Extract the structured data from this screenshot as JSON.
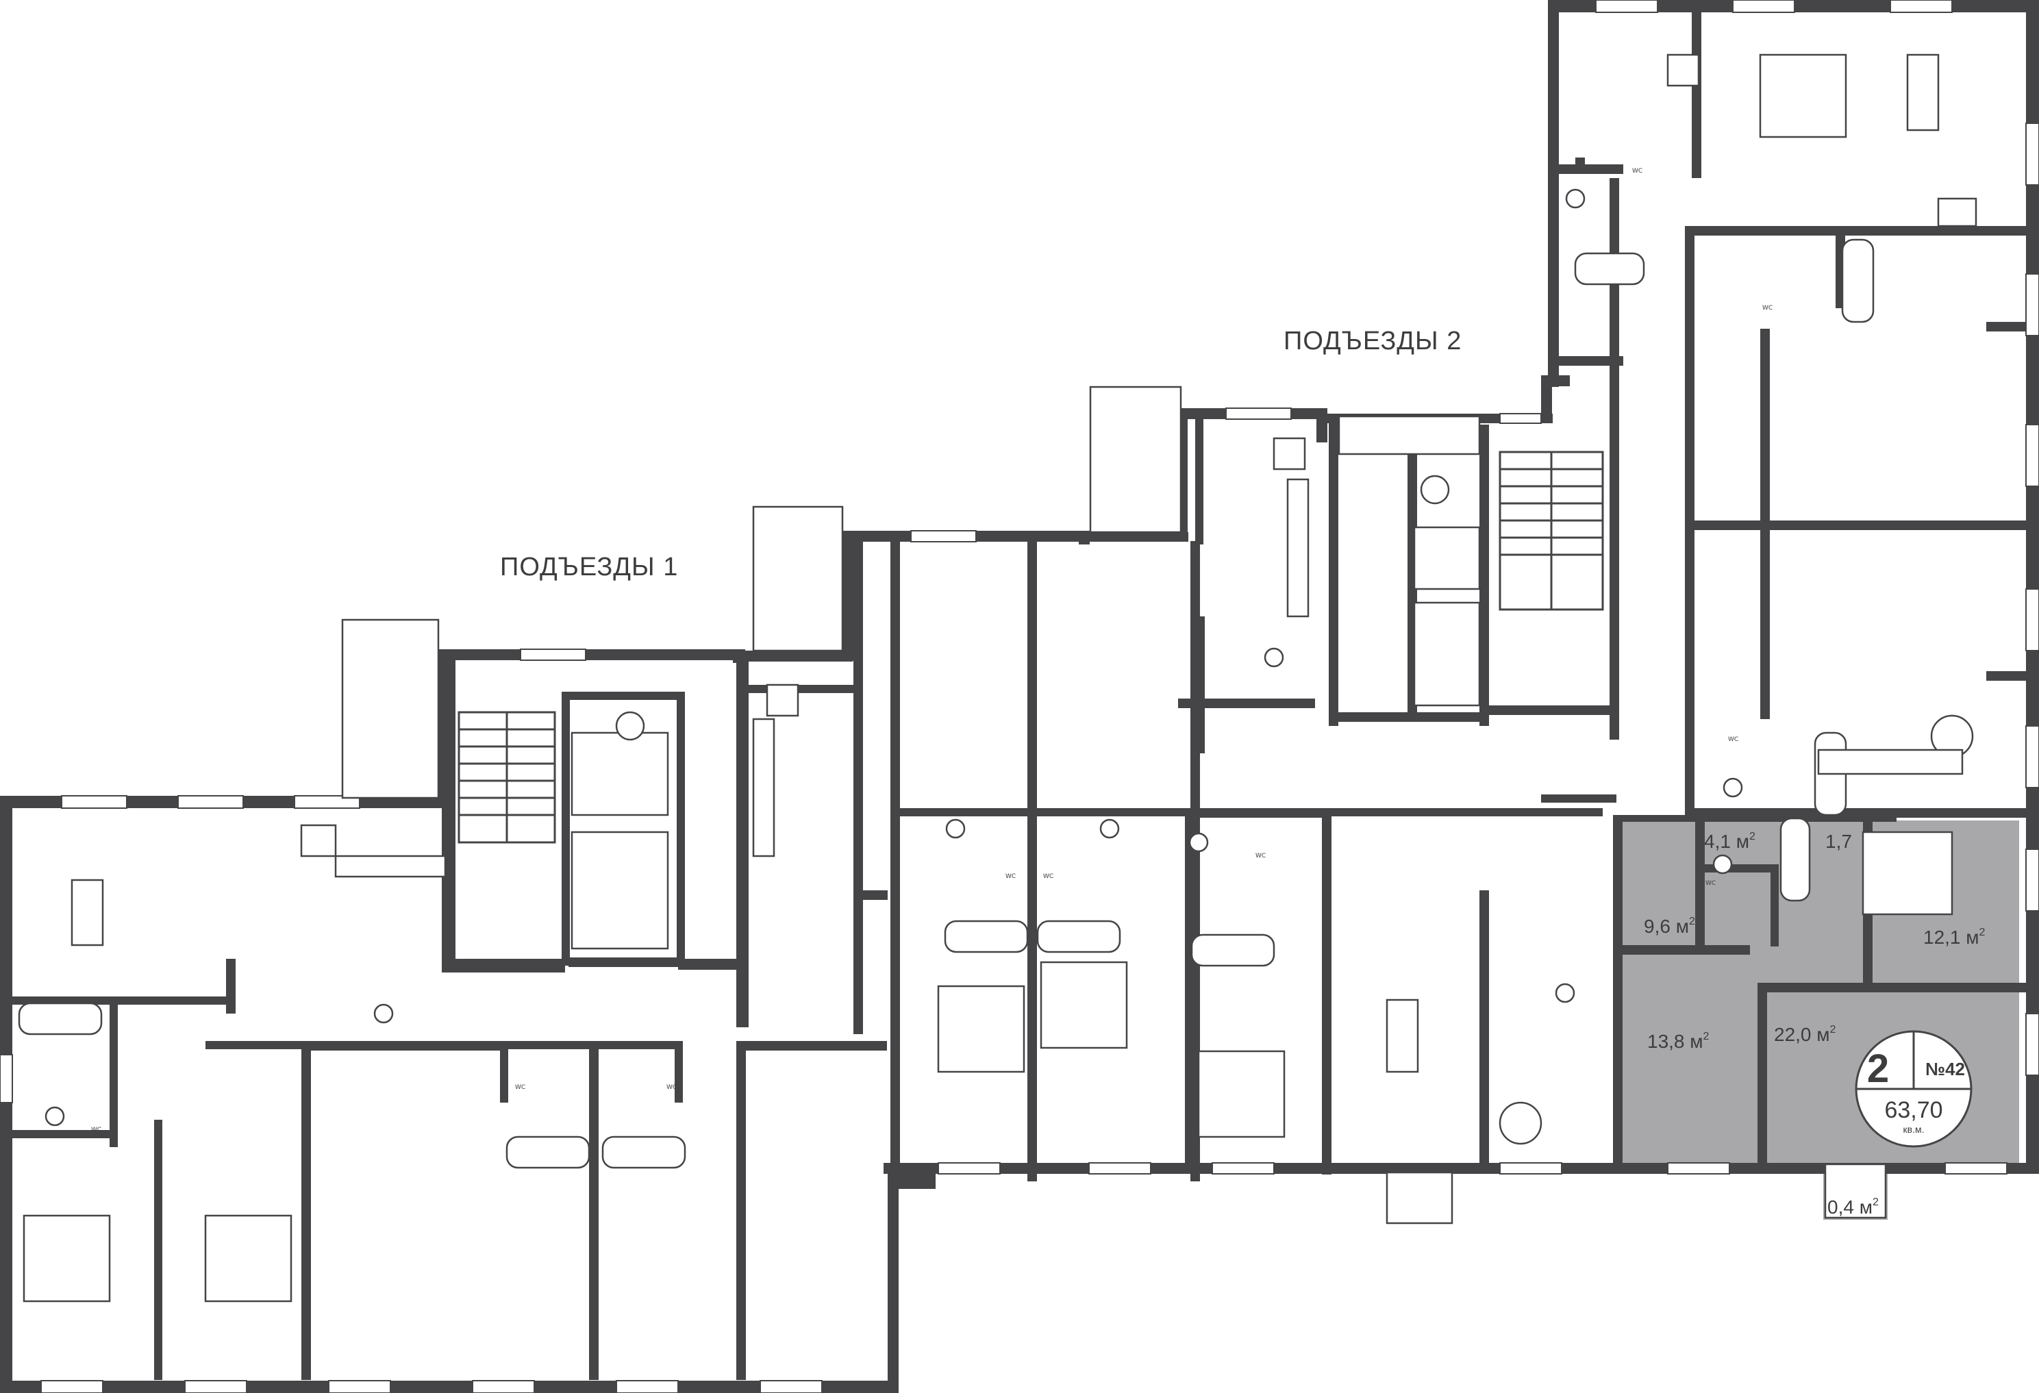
{
  "labels": {
    "entrance_1": "ПОДЪЕЗДЫ 1",
    "entrance_2": "ПОДЪЕЗДЫ 2"
  },
  "apartment": {
    "rooms": "2",
    "number": "№42",
    "total_area": "63,70",
    "area_unit": "кв.м.",
    "rooms_areas": [
      {
        "value": "4,1 м",
        "sup": "2"
      },
      {
        "value": "1,7",
        "sup": ""
      },
      {
        "value": "9,6 м",
        "sup": "2"
      },
      {
        "value": "12,1 м",
        "sup": "2"
      },
      {
        "value": "13,8 м",
        "sup": "2"
      },
      {
        "value": "22,0 м",
        "sup": "2"
      },
      {
        "value": "0,4 м",
        "sup": "2"
      }
    ]
  },
  "wc_label": "WC",
  "colors": {
    "wall": "#454547",
    "highlight": "#a8a8aa",
    "background": "#ffffff"
  }
}
